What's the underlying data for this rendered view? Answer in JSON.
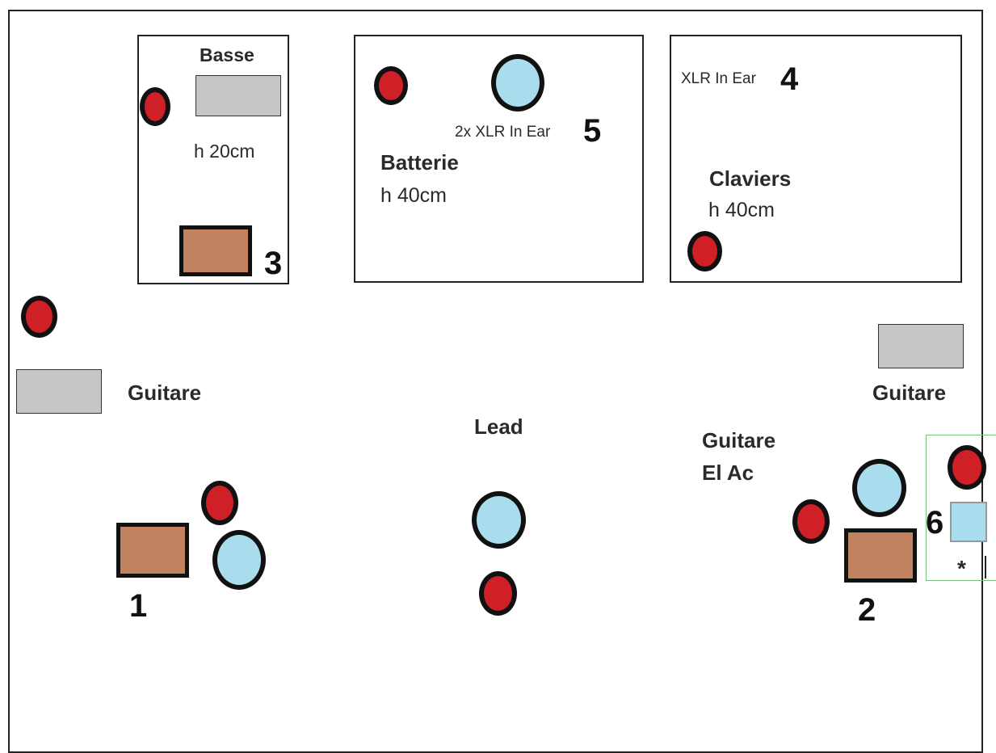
{
  "labels": {
    "basse": "Basse",
    "basse_h": "h 20cm",
    "batterie": "Batterie",
    "batterie_h": "h 40cm",
    "batterie_xlr": "2x XLR In Ear",
    "claviers": "Claviers",
    "claviers_h": "h 40cm",
    "claviers_xlr": "XLR In Ear",
    "guitare_left": "Guitare",
    "guitare_right": "Guitare",
    "lead": "Lead",
    "guitare_elac_1": "Guitare",
    "guitare_elac_2": "El Ac",
    "asterisk": "*"
  },
  "numbers": {
    "n1": "1",
    "n2": "2",
    "n3": "3",
    "n4": "4",
    "n5": "5",
    "n6": "6"
  },
  "colors": {
    "mic": "#cf1f27",
    "monitor": "#a9dced",
    "wedge": "#c0825f",
    "amp": "#c6c6c6",
    "di_box": "#a9dced"
  }
}
